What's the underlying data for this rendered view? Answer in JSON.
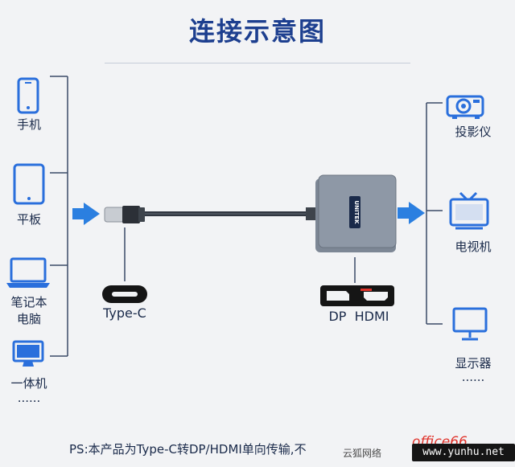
{
  "title": "连接示意图",
  "sources": [
    {
      "label": "手机",
      "icon": "phone-icon"
    },
    {
      "label": "平板",
      "icon": "tablet-icon"
    },
    {
      "label": "笔记本\n电脑",
      "icon": "laptop-icon"
    },
    {
      "label": "一体机",
      "icon": "monitor-icon"
    }
  ],
  "sources_more": "......",
  "connector_label": "Type-C",
  "adapter_brand": "UNITEK",
  "ports_label": "DP  HDMI",
  "outputs": [
    {
      "label": "投影仪",
      "icon": "projector-icon"
    },
    {
      "label": "电视机",
      "icon": "tv-icon"
    },
    {
      "label": "显示器",
      "icon": "display-icon"
    }
  ],
  "outputs_more": "......",
  "footer": "PS:本产品为Type-C转DP/HDMI单向传输,不",
  "watermark": "云狐网络",
  "watermark_site": "www.yunhu.net",
  "watermark_tag": "office66",
  "colors": {
    "accent": "#2b7fe0",
    "title": "#1d3f8f",
    "device": "#2a6fdc",
    "line": "#3a4a66"
  }
}
